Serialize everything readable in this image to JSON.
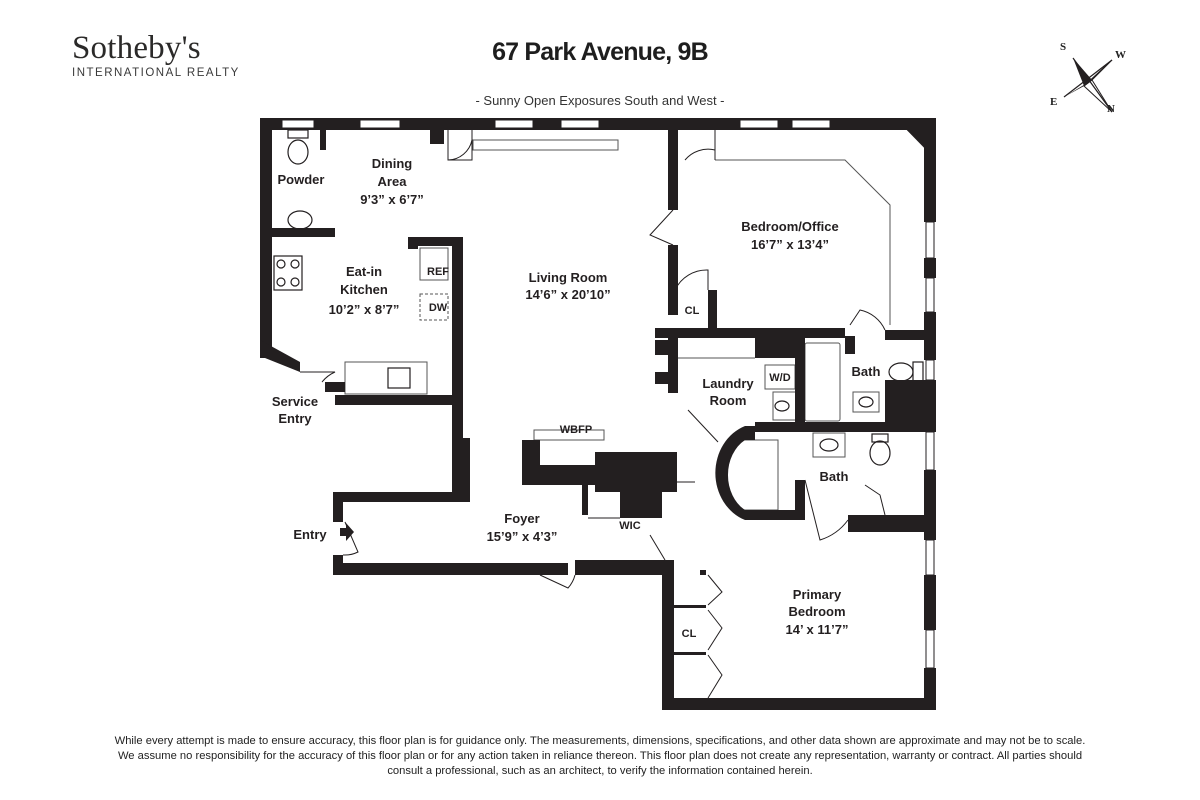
{
  "brand": {
    "name": "Sotheby's",
    "tagline": "INTERNATIONAL REALTY"
  },
  "listing": {
    "title": "67 Park Avenue, 9B",
    "subtitle": "- Sunny Open Exposures South and West -"
  },
  "compass": {
    "s": "S",
    "w": "W",
    "e": "E",
    "n": "N"
  },
  "rooms": {
    "powder": "Powder",
    "dining_name1": "Dining",
    "dining_name2": "Area",
    "dining_dim": "9’3” x 6’7”",
    "kitchen_name1": "Eat-in",
    "kitchen_name2": "Kitchen",
    "kitchen_dim": "10’2” x 8’7”",
    "ref": "REF",
    "dw": "DW",
    "living_name": "Living Room",
    "living_dim": "14’6” x 20’10”",
    "bedroom_name": "Bedroom/Office",
    "bedroom_dim": "16’7” x 13’4”",
    "cl1": "CL",
    "laundry_name1": "Laundry",
    "laundry_name2": "Room",
    "wd": "W/D",
    "bath1": "Bath",
    "bath2": "Bath",
    "service1": "Service",
    "service2": "Entry",
    "wbfp": "WBFP",
    "entry": "Entry",
    "foyer_name": "Foyer",
    "foyer_dim": "15’9” x 4’3”",
    "wic": "WIC",
    "primary_name1": "Primary",
    "primary_name2": "Bedroom",
    "primary_dim": "14’ x 11’7”",
    "cl2": "CL"
  },
  "disclaimer": {
    "line1": "While every attempt is made to ensure accuracy, this floor plan is for guidance only. The measurements, dimensions, specifications, and other data shown are approximate and may not be to scale.",
    "line2": "We assume no responsibility for the accuracy of this floor plan or for any action taken in reliance thereon. This floor plan does not create any representation, warranty or contract. All parties should",
    "line3": "consult a professional, such as an architect, to verify the information contained herein."
  },
  "colors": {
    "wall": "#231f20",
    "line": "#555555",
    "background": "#ffffff"
  }
}
